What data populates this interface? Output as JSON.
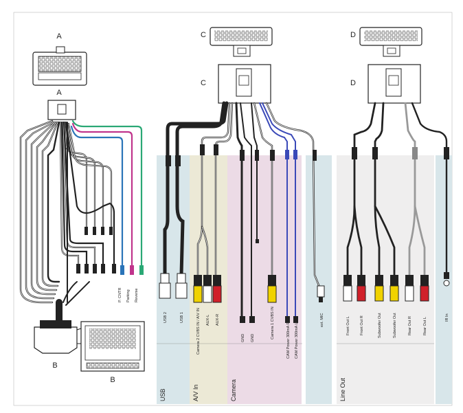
{
  "connectors": {
    "a_top": "A",
    "a_mid": "A",
    "b_left": "B",
    "b_right": "B",
    "c_top": "C",
    "c_mid": "C",
    "d_top": "D",
    "d_mid": "D"
  },
  "left_wires": {
    "p_cntr": "P. CNTR",
    "parking": "Parking",
    "reverse": "Reverse"
  },
  "sections": {
    "usb": "USB",
    "av_in": "A/V In",
    "camera": "Camera",
    "line_out": "Line Out"
  },
  "plug_labels": {
    "usb2": "USB 2",
    "usb1": "USB 1",
    "camera2_cvbs": "Camera 2 CVBS IN / A/V IN",
    "aux_l": "AUX-L",
    "aux_r": "AUX-R",
    "gnd1": "GND",
    "gnd2": "GND",
    "camera1_cvbs": "Camera 1 CVBS IN",
    "cam_power_r": "CAM Power 300mA R",
    "cam_power_l": "CAM Power 300mA L",
    "ext_mic": "ext. MIC",
    "front_out_l": "Front Out L",
    "front_out_r": "Front Out R",
    "subwoofer_out_1": "Subwoofer Out",
    "subwoofer_out_2": "Subwoofer Out",
    "rear_out_r": "Rear Out R",
    "rear_out_l": "Rear Out L",
    "ir_in": "IR In"
  },
  "colors": {
    "usb_bg": "#d8e6ea",
    "av_bg": "#ece9d6",
    "camera_bg": "#ecdbe6",
    "mic_bg": "#d8e6ea",
    "lineout_bg": "#efeeee",
    "ir_bg": "#d8e6ea",
    "green_wire": "#2aa875",
    "magenta_wire": "#c0348c",
    "blue_wire": "#2a74b8",
    "yellow_plug": "#f0d200",
    "red_plug": "#d0202a",
    "cam_blue_wire": "#3a49b8"
  }
}
